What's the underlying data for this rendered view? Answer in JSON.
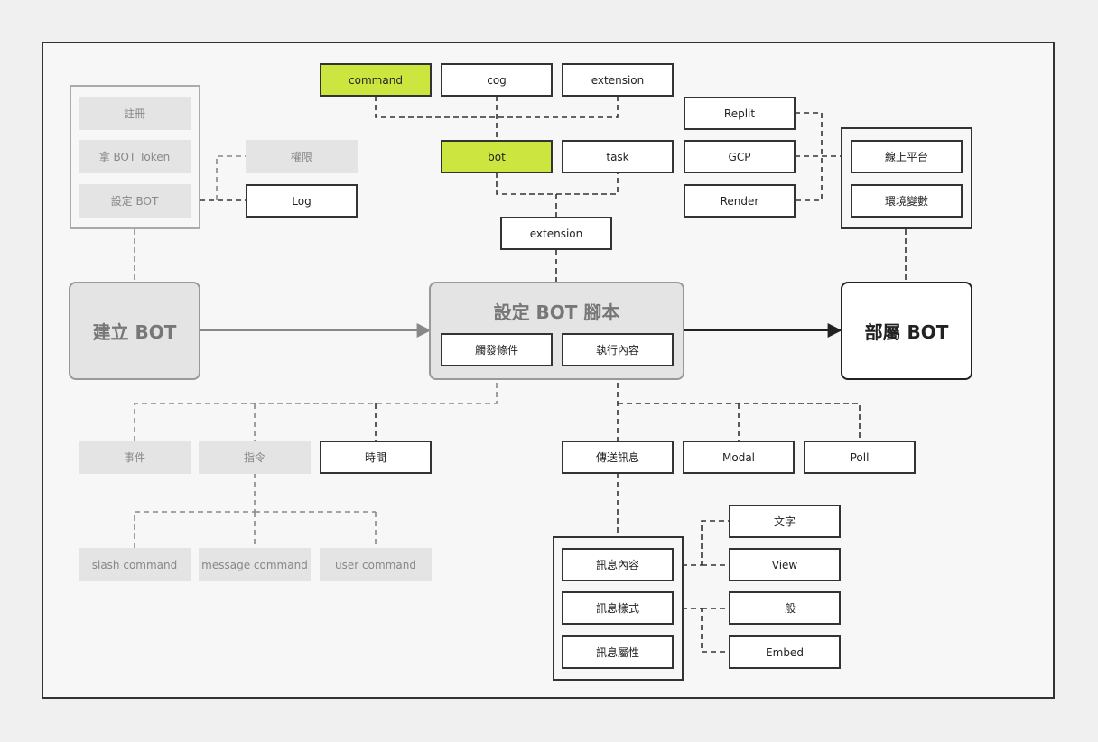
{
  "top_row": {
    "command": "command",
    "cog": "cog",
    "extension": "extension"
  },
  "mid_row": {
    "bot": "bot",
    "task": "task"
  },
  "extension_node": "extension",
  "setup_group": {
    "register": "註冊",
    "token": "拿 BOT Token",
    "setup_bot": "設定 BOT"
  },
  "permission": "權限",
  "log": "Log",
  "create_bot": "建立 BOT",
  "script": {
    "title": "設定 BOT 腳本",
    "trigger": "觸發條件",
    "action": "執行內容"
  },
  "deploy_bot": "部屬 BOT",
  "hosts": {
    "replit": "Replit",
    "gcp": "GCP",
    "render": "Render"
  },
  "deploy_group": {
    "online_platform": "線上平台",
    "env_vars": "環境變數"
  },
  "triggers": {
    "event": "事件",
    "command": "指令",
    "time": "時間"
  },
  "commands": {
    "slash": "slash command",
    "message": "message command",
    "user": "user command"
  },
  "actions": {
    "send_message": "傳送訊息",
    "modal": "Modal",
    "poll": "Poll"
  },
  "message_group": {
    "content": "訊息內容",
    "style": "訊息樣式",
    "attributes": "訊息屬性"
  },
  "content_types": {
    "text": "文字",
    "view": "View"
  },
  "style_types": {
    "plain": "一般",
    "embed": "Embed"
  },
  "colors": {
    "highlight": "#cde63f",
    "ghost_fill": "#e4e4e4",
    "line": "#333333",
    "ghost_line": "#888888"
  }
}
